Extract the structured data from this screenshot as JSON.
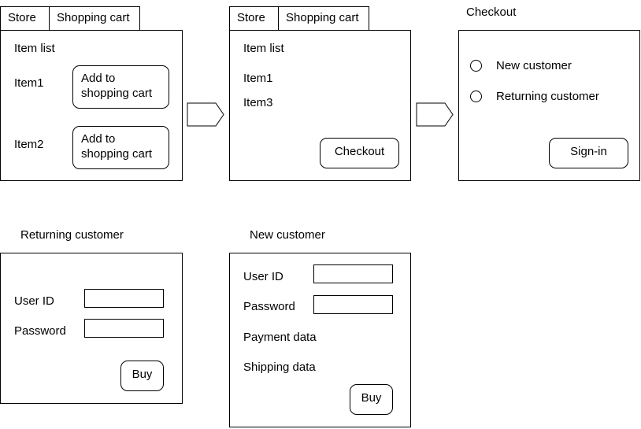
{
  "store_view": {
    "tab_store": "Store",
    "tab_cart": "Shopping cart",
    "heading": "Item list",
    "items": [
      {
        "name": "Item1",
        "button": "Add to\nshopping cart"
      },
      {
        "name": "Item2",
        "button": "Add to\nshopping cart"
      }
    ]
  },
  "cart_view": {
    "tab_store": "Store",
    "tab_cart": "Shopping cart",
    "heading": "Item list",
    "items": [
      "Item1",
      "Item3"
    ],
    "checkout_button": "Checkout"
  },
  "checkout_view": {
    "title": "Checkout",
    "options": [
      "New customer",
      "Returning customer"
    ],
    "signin_button": "Sign-in"
  },
  "returning_view": {
    "title": "Returning customer",
    "user_id_label": "User ID",
    "password_label": "Password",
    "buy_button": "Buy"
  },
  "new_view": {
    "title": "New customer",
    "user_id_label": "User ID",
    "password_label": "Password",
    "payment_label": "Payment data",
    "shipping_label": "Shipping data",
    "buy_button": "Buy"
  }
}
